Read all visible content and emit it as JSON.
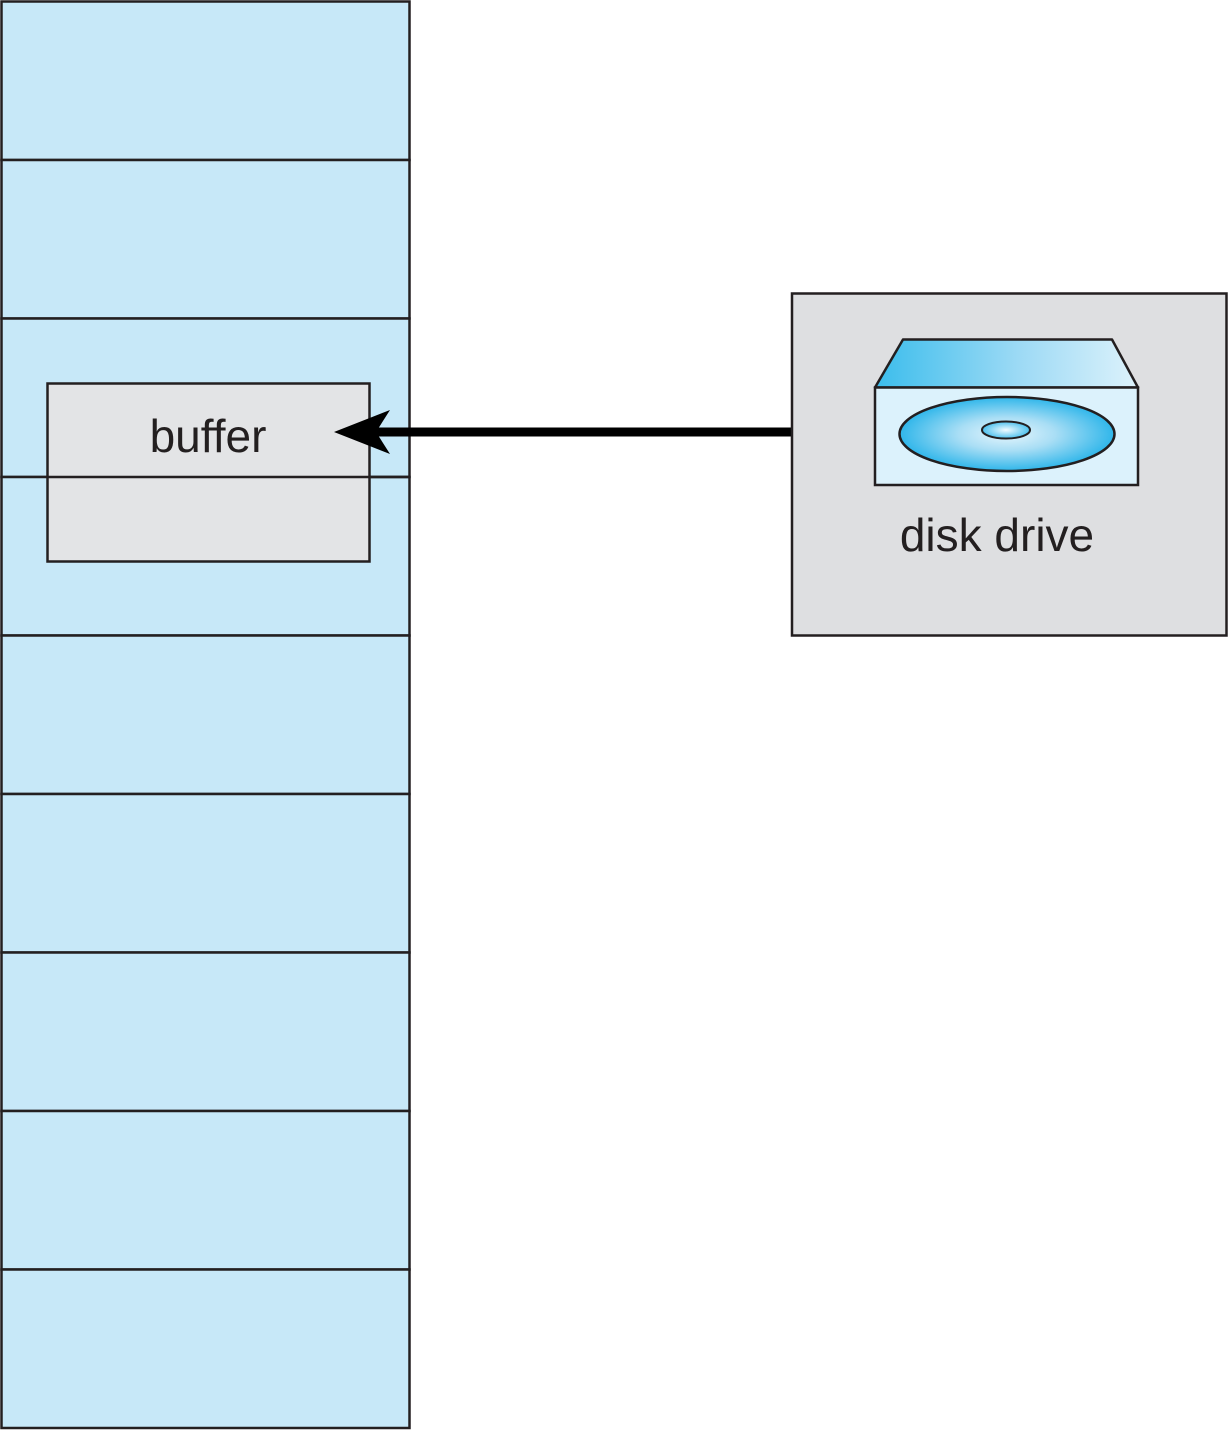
{
  "buffer": {
    "label": "buffer"
  },
  "disk_drive": {
    "label": "disk drive"
  },
  "memory": {
    "block_count": 9
  },
  "colors": {
    "memory_fill": "#c7e8f8",
    "buffer_fill": "#e3e4e6",
    "drive_panel_fill": "#dedfe1",
    "outline": "#231f20",
    "arrow": "#000000",
    "disk_blue": "#29b5ea"
  },
  "icons": {
    "disk": "disk-drive-icon",
    "arrow": "arrow-left-icon"
  }
}
